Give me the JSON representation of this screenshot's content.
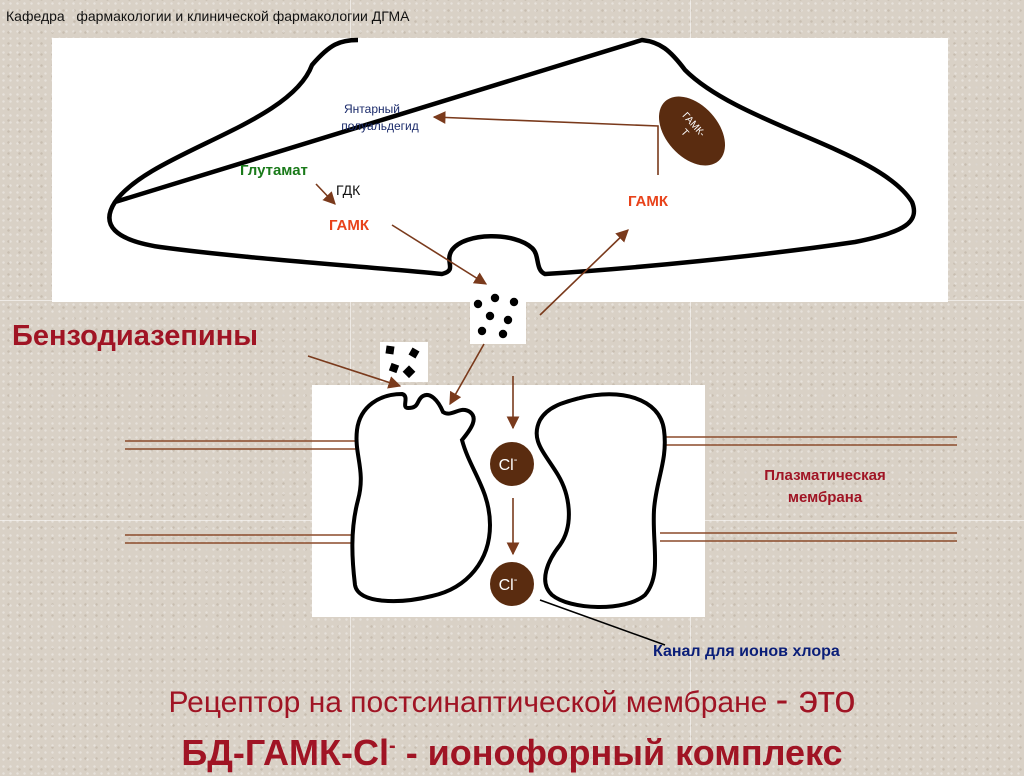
{
  "header": {
    "text": "Кафедра   фармакологии и клинической фармакологии ДГМА"
  },
  "labels": {
    "succinic_semialdehyde": [
      "Янтарный",
      "полуальдегид"
    ],
    "glutamate": "Глутамат",
    "gdk": "ГДК",
    "gaba_left": "ГАМК",
    "gaba_right": "ГАМК",
    "gaba_t": [
      "ГАМК-",
      "Т"
    ],
    "benzodiazepines": "Бензодиазепины",
    "cl_top": "Cl",
    "cl_top_sup": "-",
    "cl_bottom": "Cl",
    "cl_bottom_sup": "-",
    "plasma_membrane": [
      "Плазматическая",
      "мембрана"
    ],
    "chloride_channel": "Канал для ионов хлора"
  },
  "caption": {
    "line1_main": "Рецептор на постсинаптической мембране ",
    "line1_emph": "- это",
    "line2_pre": "БД-ГАМК-Cl",
    "line2_sup": "-",
    "line2_post": " - ионофорный комплекс"
  },
  "colors": {
    "arrow": "#7a3a1c",
    "gaba_orange": "#e8421a",
    "glutamate_green": "#1a7a1a",
    "ion_fill": "#5a2c10",
    "caption_red": "#a01424",
    "navy": "#0a1e78"
  }
}
